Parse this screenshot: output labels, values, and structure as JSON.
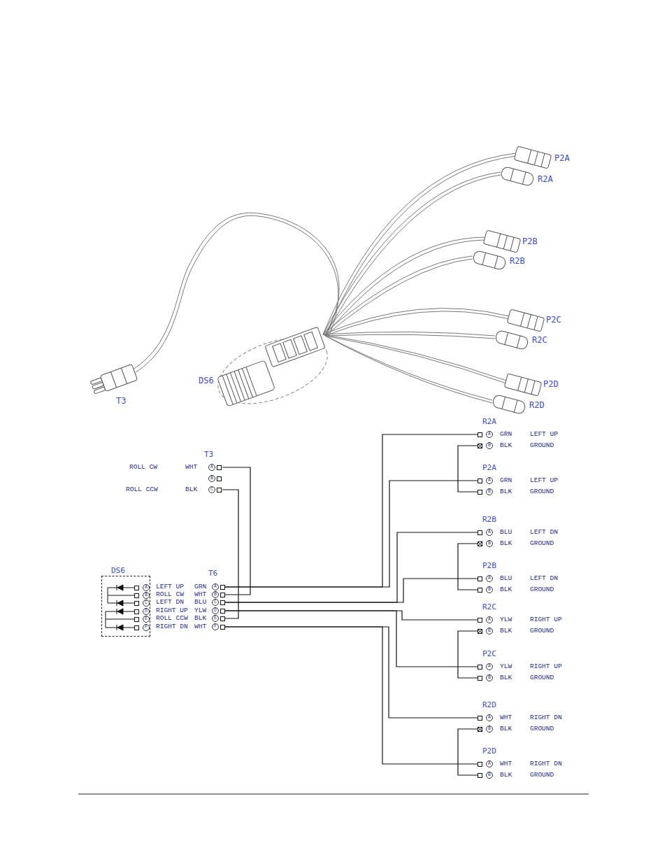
{
  "diagram": {
    "nodes": [
      {
        "text": [
          "T3",
          "ROLL CW",
          "WHT",
          "A",
          "B",
          "ROLL CCW",
          "BLK",
          "C"
        ]
      },
      {
        "text": [
          "DS6",
          "A",
          "B",
          "C",
          "D",
          "E",
          "F"
        ]
      },
      {
        "text": [
          "T6",
          "LEFT UP",
          "GRN",
          "A",
          "ROLL CW",
          "WHT",
          "B",
          "LEFT DN",
          "BLU",
          "C",
          "RIGHT UP",
          "YLW",
          "D",
          "ROLL CCW",
          "BLK",
          "E",
          "RIGHT DN",
          "WHT",
          "F"
        ]
      },
      {
        "text": [
          "R2A",
          "A",
          "GRN",
          "LEFT UP",
          "B",
          "BLK",
          "GROUND"
        ]
      },
      {
        "text": [
          "P2A",
          "A",
          "GRN",
          "LEFT UP",
          "B",
          "BLK",
          "GROUND"
        ]
      },
      {
        "text": [
          "R2B",
          "A",
          "BLU",
          "LEFT DN",
          "B",
          "BLK",
          "GROUND"
        ]
      },
      {
        "text": [
          "P2B",
          "A",
          "BLU",
          "LEFT DN",
          "B",
          "BLK",
          "GROUND"
        ]
      },
      {
        "text": [
          "R2C",
          "A",
          "YLW",
          "RIGHT UP",
          "B",
          "BLK",
          "GROUND"
        ]
      },
      {
        "text": [
          "P2C",
          "A",
          "YLW",
          "RIGHT UP",
          "B",
          "BLK",
          "GROUND"
        ]
      },
      {
        "text": [
          "R2D",
          "A",
          "WHT",
          "RIGHT DN",
          "B",
          "BLK",
          "GROUND"
        ]
      },
      {
        "text": [
          "P2D",
          "A",
          "WHT",
          "RIGHT DN",
          "B",
          "BLK",
          "GROUND"
        ]
      }
    ],
    "edges": [
      {
        "from": 0,
        "to": 2,
        "arrow": "none"
      },
      {
        "from": 0,
        "to": 2,
        "arrow": "none"
      },
      {
        "from": 2,
        "to": 3,
        "arrow": "none"
      },
      {
        "from": 2,
        "to": 4,
        "arrow": "none"
      },
      {
        "from": 2,
        "to": 5,
        "arrow": "none"
      },
      {
        "from": 2,
        "to": 6,
        "arrow": "none"
      },
      {
        "from": 2,
        "to": 7,
        "arrow": "none"
      },
      {
        "from": 2,
        "to": 8,
        "arrow": "none"
      },
      {
        "from": 2,
        "to": 9,
        "arrow": "none"
      },
      {
        "from": 2,
        "to": 10,
        "arrow": "none"
      },
      {
        "from": 3,
        "to": 4,
        "arrow": "none"
      },
      {
        "from": 5,
        "to": 6,
        "arrow": "none"
      },
      {
        "from": 7,
        "to": 8,
        "arrow": "none"
      },
      {
        "from": 9,
        "to": 10,
        "arrow": "none"
      }
    ],
    "labels": [
      "P2A",
      "R2A",
      "P2B",
      "R2B",
      "P2C",
      "R2C",
      "P2D",
      "R2D",
      "DS6",
      "T3"
    ]
  }
}
